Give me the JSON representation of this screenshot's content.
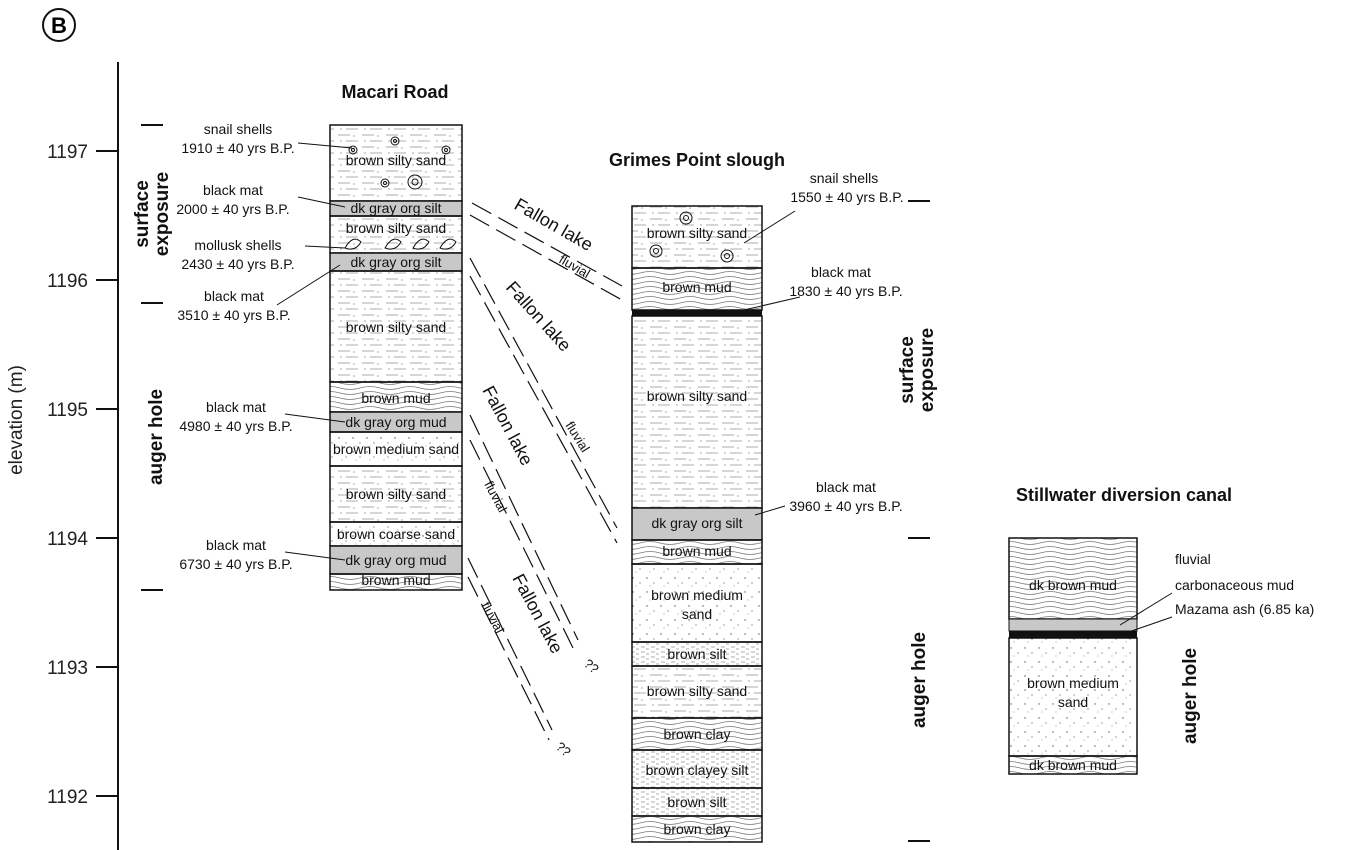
{
  "panel_label": "B",
  "axis": {
    "label": "elevation (m)",
    "ticks": [
      "1197",
      "1196",
      "1195",
      "1194",
      "1193",
      "1192"
    ]
  },
  "columns": {
    "macari": {
      "title": "Macari Road",
      "side_labels": [
        "surface exposure",
        "auger hole"
      ],
      "units": [
        "brown silty sand",
        "dk gray org silt",
        "brown silty sand",
        "dk gray org silt",
        "brown silty sand",
        "brown mud",
        "dk gray org mud",
        "brown medium sand",
        "brown silty sand",
        "brown coarse sand",
        "dk gray org mud",
        "brown mud"
      ],
      "annotations": [
        {
          "line1": "snail shells",
          "line2": "1910 ± 40 yrs B.P."
        },
        {
          "line1": "black mat",
          "line2": "2000 ± 40 yrs B.P."
        },
        {
          "line1": "mollusk shells",
          "line2": "2430 ± 40 yrs B.P."
        },
        {
          "line1": "black mat",
          "line2": "3510 ± 40 yrs B.P."
        },
        {
          "line1": "black mat",
          "line2": "4980 ± 40 yrs B.P."
        },
        {
          "line1": "black mat",
          "line2": "6730 ± 40 yrs B.P."
        }
      ]
    },
    "grimes": {
      "title": "Grimes Point slough",
      "side_labels": [
        "surface exposure"
      ],
      "units": [
        "brown silty sand",
        "brown mud",
        "brown silty sand",
        "dk gray org silt",
        "brown mud",
        "brown medium",
        "sand",
        "brown silt",
        "brown silty sand",
        "brown clay",
        "brown clayey silt",
        "brown silt",
        "brown clay"
      ],
      "annotations": [
        {
          "line1": "snail shells",
          "line2": "1550 ± 40 yrs B.P."
        },
        {
          "line1": "black mat",
          "line2": "1830 ± 40 yrs B.P."
        },
        {
          "line1": "black mat",
          "line2": "3960 ± 40 yrs B.P."
        }
      ]
    },
    "stillwater": {
      "title": "Stillwater diversion canal",
      "side_labels": [
        "auger hole",
        "auger hole"
      ],
      "units": [
        "dk brown mud",
        "brown medium",
        "sand",
        "dk brown mud"
      ],
      "annotations": [
        "fluvial",
        "carbonaceous mud",
        "Mazama ash (6.85 ka)"
      ]
    }
  },
  "correlations": {
    "lake": "Fallon lake",
    "fluvial": "fluvial",
    "uncertain": "??"
  }
}
